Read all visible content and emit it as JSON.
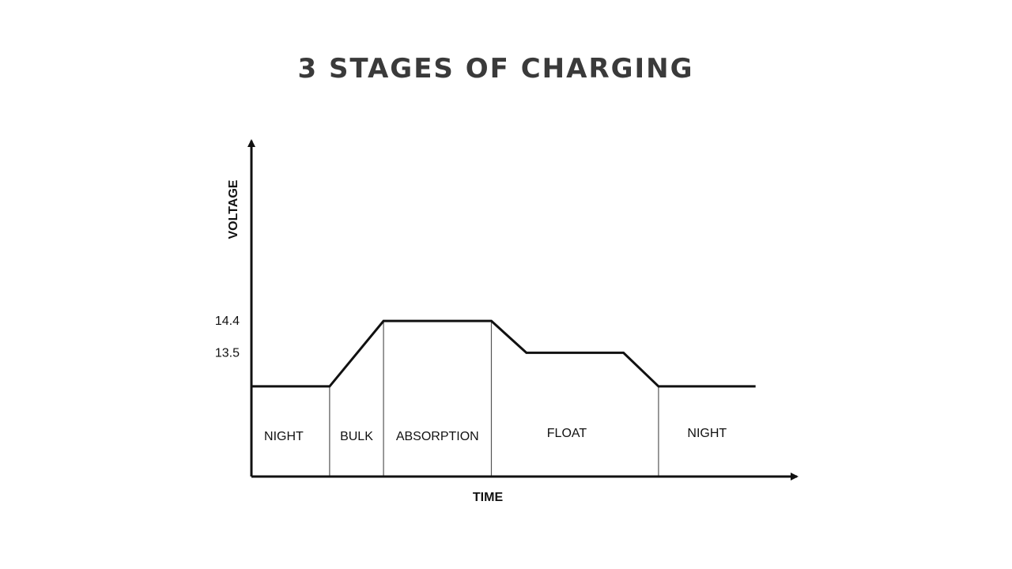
{
  "chart_data": {
    "type": "line",
    "title": "3 STAGES OF CHARGING",
    "xlabel": "TIME",
    "ylabel": "VOLTAGE",
    "yticks": [
      {
        "value": 14.4,
        "label": "14.4"
      },
      {
        "value": 13.5,
        "label": "13.5"
      }
    ],
    "ylim": [
      10,
      19.5
    ],
    "xlim": [
      0,
      100
    ],
    "grid": false,
    "series": [
      {
        "x": [
          0,
          14.5,
          24.5,
          44.5,
          51,
          69,
          75.5,
          93.5
        ],
        "y": [
          12.55,
          12.55,
          14.4,
          14.4,
          13.5,
          13.5,
          12.55,
          12.55
        ]
      }
    ],
    "stage_dividers": [
      14.5,
      24.5,
      44.5,
      75.5
    ],
    "stages": [
      {
        "label": "NIGHT",
        "x": 6
      },
      {
        "label": "BULK",
        "x": 19.5
      },
      {
        "label": "ABSORPTION",
        "x": 34.5
      },
      {
        "label": "FLOAT",
        "x": 58.5
      },
      {
        "label": "NIGHT",
        "x": 84.5
      }
    ],
    "colors": {
      "line": "#111111",
      "divider": "#555555",
      "axis": "#111111",
      "title": "#3a3a3a"
    }
  }
}
